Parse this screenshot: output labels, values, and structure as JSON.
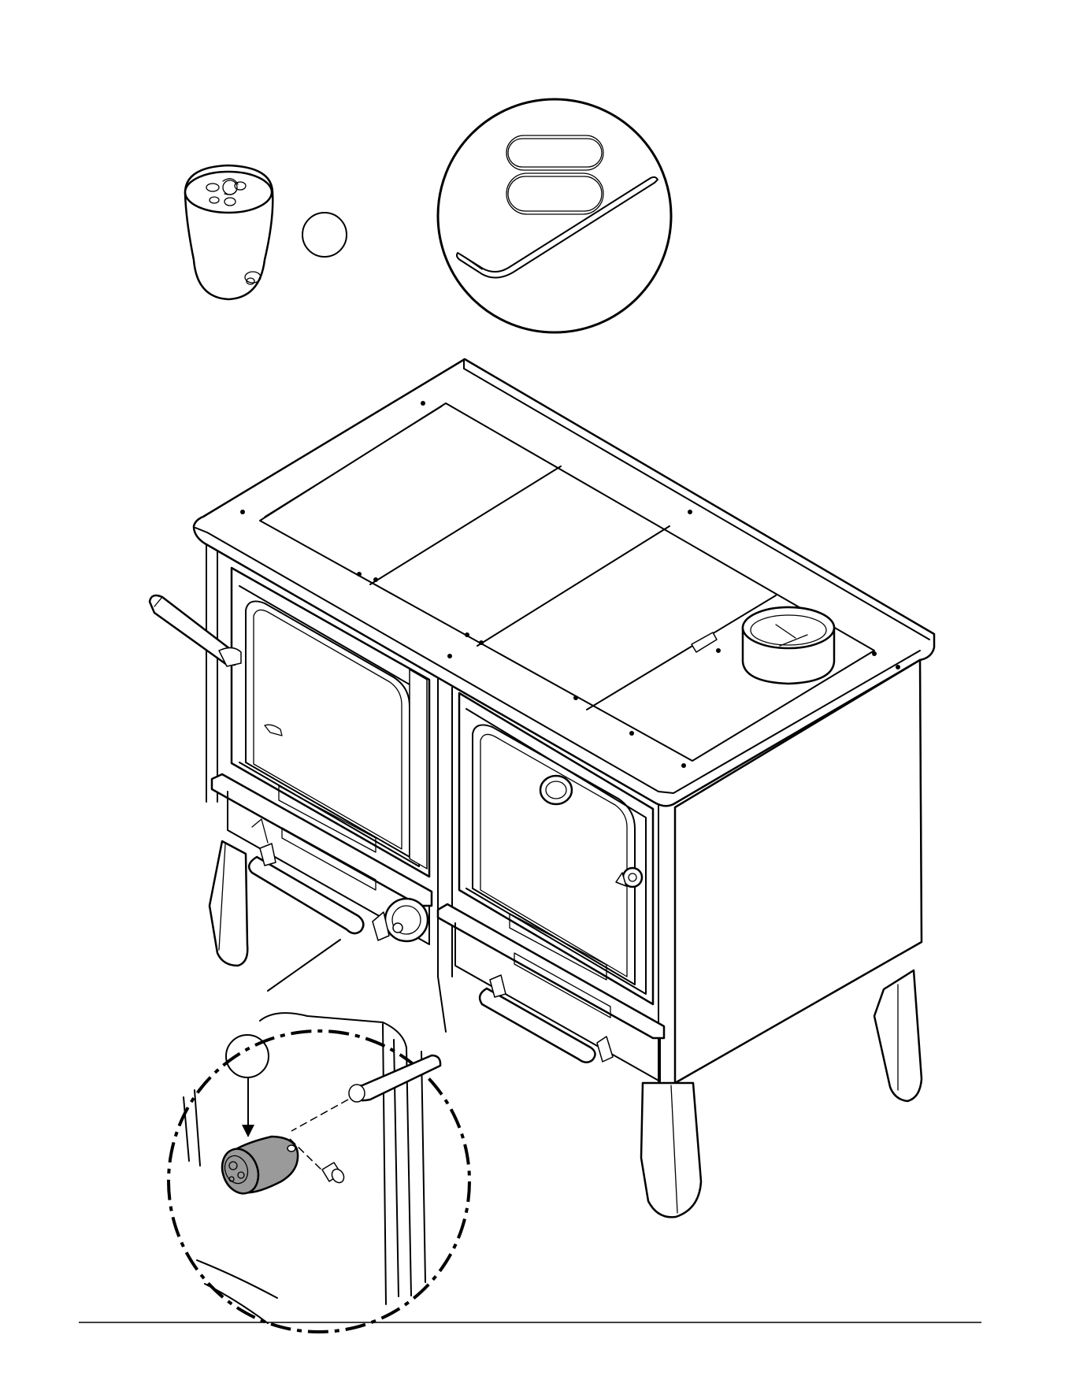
{
  "diagram": {
    "callouts": [
      {
        "id": "part-callout-top",
        "label": ""
      },
      {
        "id": "part-callout-detail",
        "label": ""
      }
    ],
    "colors": {
      "line": "#000000",
      "background": "#ffffff",
      "knob_shade": "#9a9a9a"
    },
    "icons": [
      "knob-part",
      "allen-key",
      "stove",
      "detail-magnifier"
    ]
  }
}
